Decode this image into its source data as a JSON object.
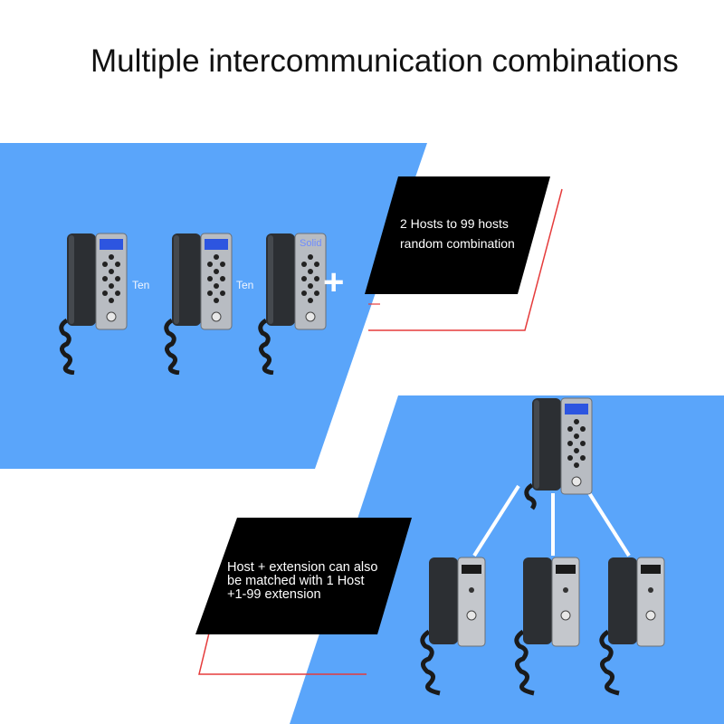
{
  "title": "Multiple intercommunication combinations",
  "panel_top": {
    "text": "2 Hosts to 99 hosts random combination",
    "connector_1": "Ten",
    "connector_2": "Ten",
    "solid_label": "Solid",
    "plus": "+"
  },
  "panel_bottom": {
    "text": "Host + extension can also be matched with 1 Host +1-99 extension"
  },
  "colors": {
    "blue": "#5aa5fa",
    "black": "#000000",
    "red_line": "#e53b3b",
    "phone_body": "#2c2f33",
    "keypad_bg": "#b8bcc2",
    "lcd": "#2d55e0"
  }
}
